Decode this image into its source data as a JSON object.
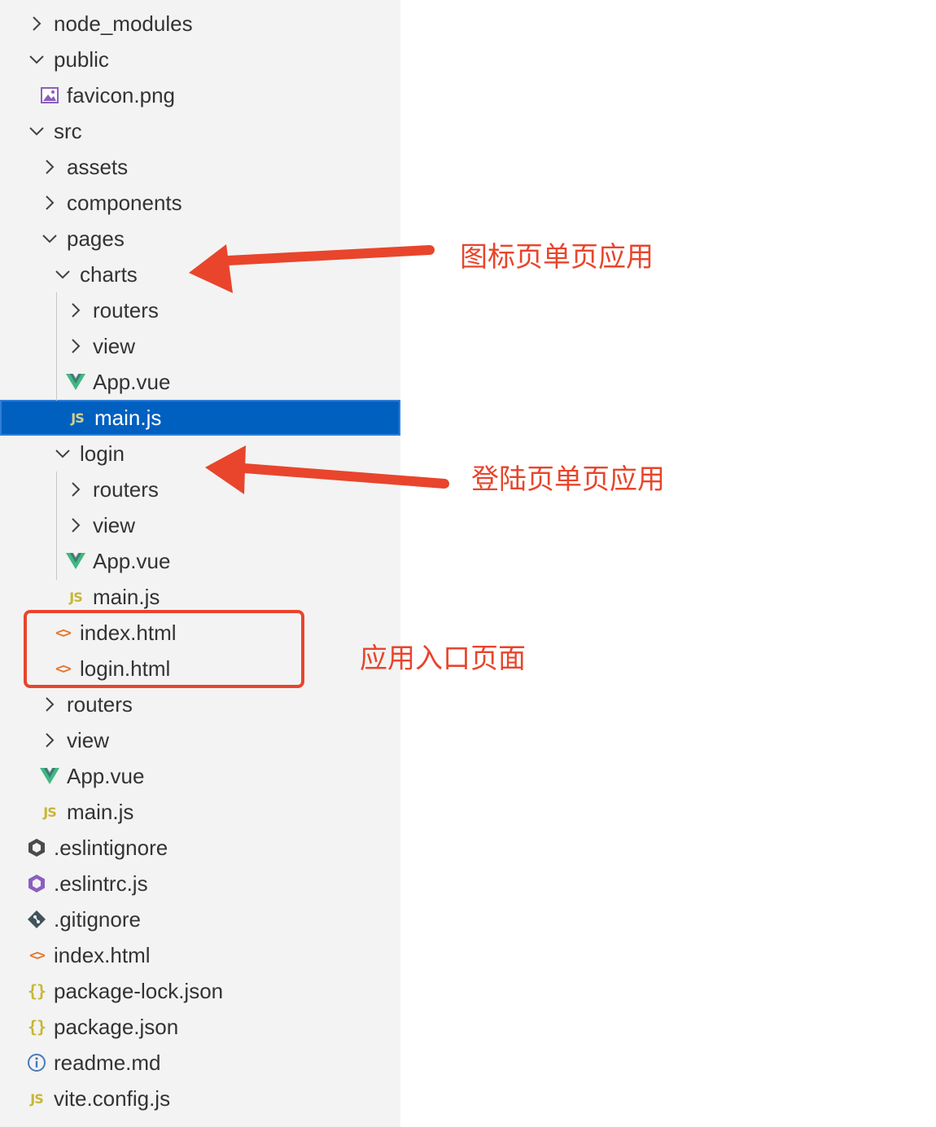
{
  "explorer": {
    "rows": [
      {
        "label": "node_modules",
        "depth": 0,
        "icon": "chevron-right-icon"
      },
      {
        "label": "public",
        "depth": 0,
        "icon": "chevron-down-icon"
      },
      {
        "label": "favicon.png",
        "depth": 1,
        "icon": "image-file-icon"
      },
      {
        "label": "src",
        "depth": 0,
        "icon": "chevron-down-icon"
      },
      {
        "label": "assets",
        "depth": 1,
        "icon": "chevron-right-icon"
      },
      {
        "label": "components",
        "depth": 1,
        "icon": "chevron-right-icon"
      },
      {
        "label": "pages",
        "depth": 1,
        "icon": "chevron-down-icon"
      },
      {
        "label": "charts",
        "depth": 2,
        "icon": "chevron-down-icon"
      },
      {
        "label": "routers",
        "depth": 3,
        "icon": "chevron-right-icon"
      },
      {
        "label": "view",
        "depth": 3,
        "icon": "chevron-right-icon"
      },
      {
        "label": "App.vue",
        "depth": 3,
        "icon": "vue-file-icon"
      },
      {
        "label": "main.js",
        "depth": 3,
        "icon": "js-file-icon",
        "selected": true
      },
      {
        "label": "login",
        "depth": 2,
        "icon": "chevron-down-icon"
      },
      {
        "label": "routers",
        "depth": 3,
        "icon": "chevron-right-icon"
      },
      {
        "label": "view",
        "depth": 3,
        "icon": "chevron-right-icon"
      },
      {
        "label": "App.vue",
        "depth": 3,
        "icon": "vue-file-icon"
      },
      {
        "label": "main.js",
        "depth": 3,
        "icon": "js-file-icon"
      },
      {
        "label": "index.html",
        "depth": 2,
        "icon": "html-file-icon"
      },
      {
        "label": "login.html",
        "depth": 2,
        "icon": "html-file-icon"
      },
      {
        "label": "routers",
        "depth": 1,
        "icon": "chevron-right-icon"
      },
      {
        "label": "view",
        "depth": 1,
        "icon": "chevron-right-icon"
      },
      {
        "label": "App.vue",
        "depth": 1,
        "icon": "vue-file-icon"
      },
      {
        "label": "main.js",
        "depth": 1,
        "icon": "js-file-icon"
      },
      {
        "label": ".eslintignore",
        "depth": 0,
        "icon": "eslint-ignore-icon"
      },
      {
        "label": ".eslintrc.js",
        "depth": 0,
        "icon": "eslint-config-icon"
      },
      {
        "label": ".gitignore",
        "depth": 0,
        "icon": "git-icon"
      },
      {
        "label": "index.html",
        "depth": 0,
        "icon": "html-file-icon"
      },
      {
        "label": "package-lock.json",
        "depth": 0,
        "icon": "json-file-icon"
      },
      {
        "label": "package.json",
        "depth": 0,
        "icon": "json-file-icon"
      },
      {
        "label": "readme.md",
        "depth": 0,
        "icon": "info-icon"
      },
      {
        "label": "vite.config.js",
        "depth": 0,
        "icon": "js-file-icon"
      }
    ]
  },
  "annotations": {
    "charts_note": "图标页单页应用",
    "login_note": "登陆页单页应用",
    "entry_note": "应用入口页面"
  },
  "colors": {
    "sidebar_bg": "#f3f3f3",
    "selected_bg": "#0060c0",
    "annotation": "#e8452c",
    "vue_green": "#41b883",
    "js_yellow": "#c8b634",
    "html_orange": "#e37933",
    "eslint_purple": "#8b5fbf"
  }
}
